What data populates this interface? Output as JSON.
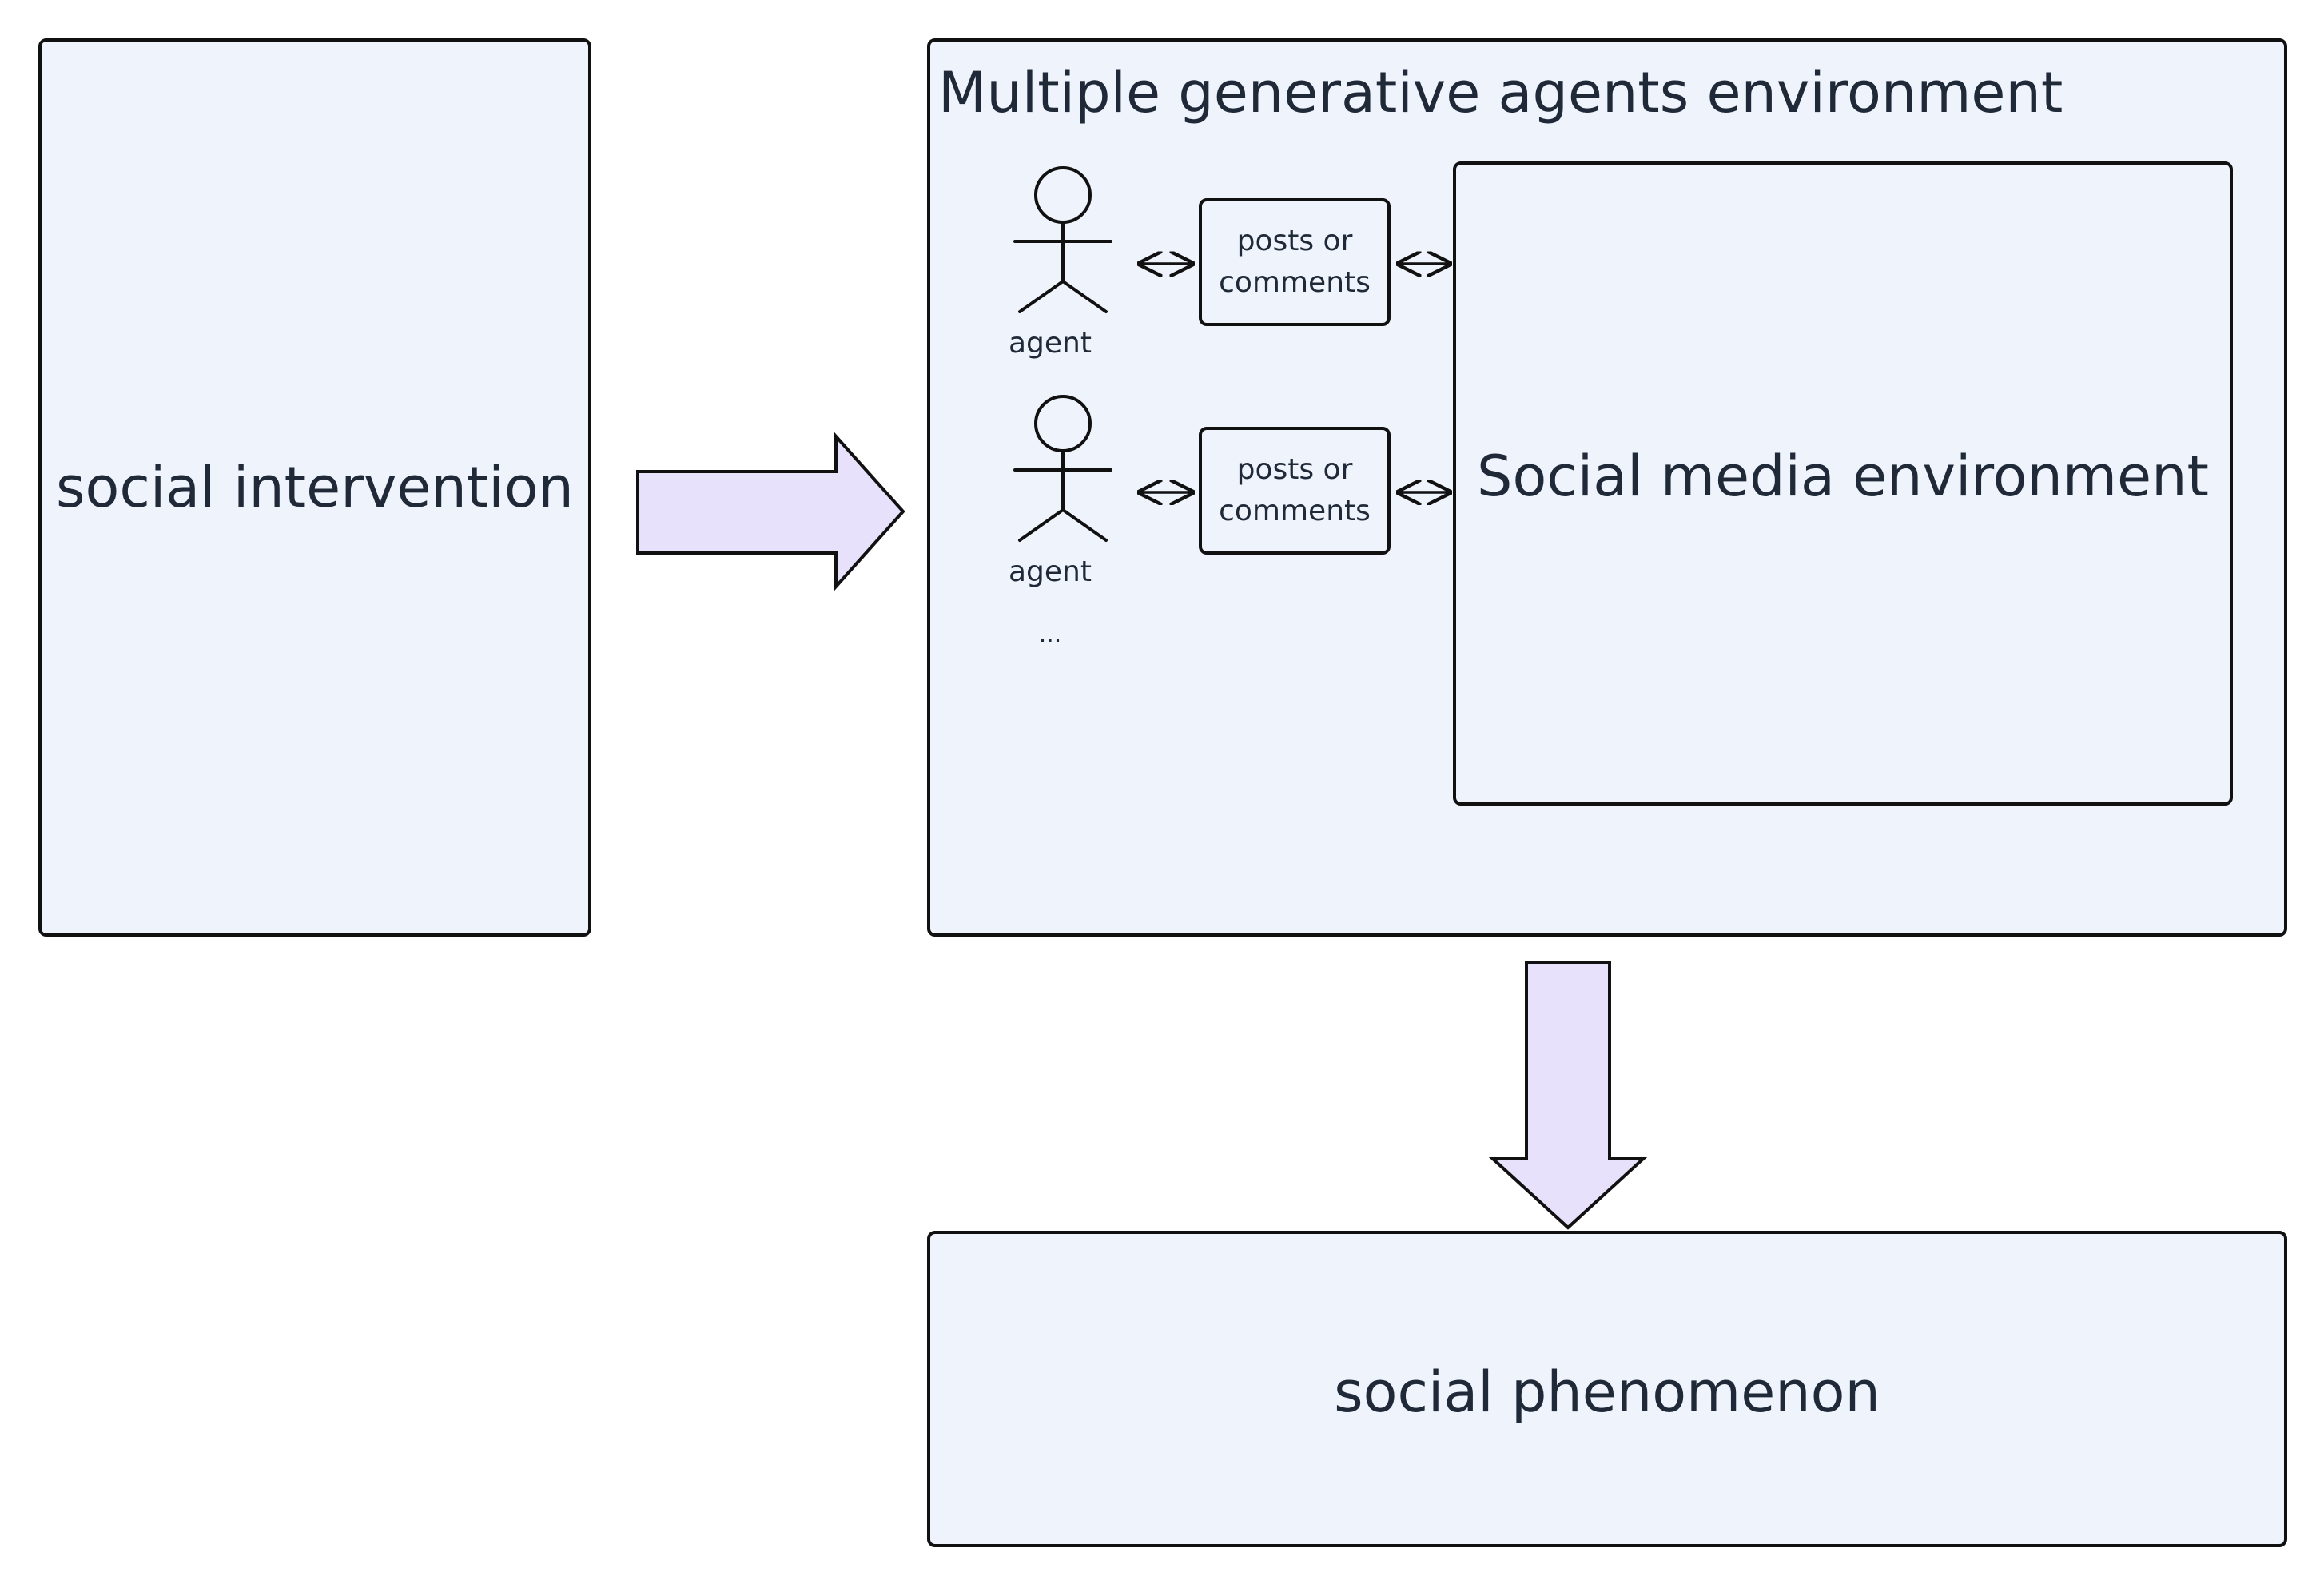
{
  "diagram": {
    "intervention": {
      "label": "social intervention"
    },
    "environment": {
      "title": "Multiple generative agents environment",
      "social_media": {
        "label": "Social media environment"
      },
      "agents": [
        {
          "label": "agent",
          "post_label": "posts or\ncomments"
        },
        {
          "label": "agent",
          "post_label": "posts or\ncomments"
        }
      ],
      "ellipsis": "..."
    },
    "phenomenon": {
      "label": "social phenomenon"
    },
    "colors": {
      "box_fill": "#eef3fc",
      "arrow_fill": "#e8e1fc",
      "stroke": "#111111",
      "text": "#1f2937"
    }
  }
}
